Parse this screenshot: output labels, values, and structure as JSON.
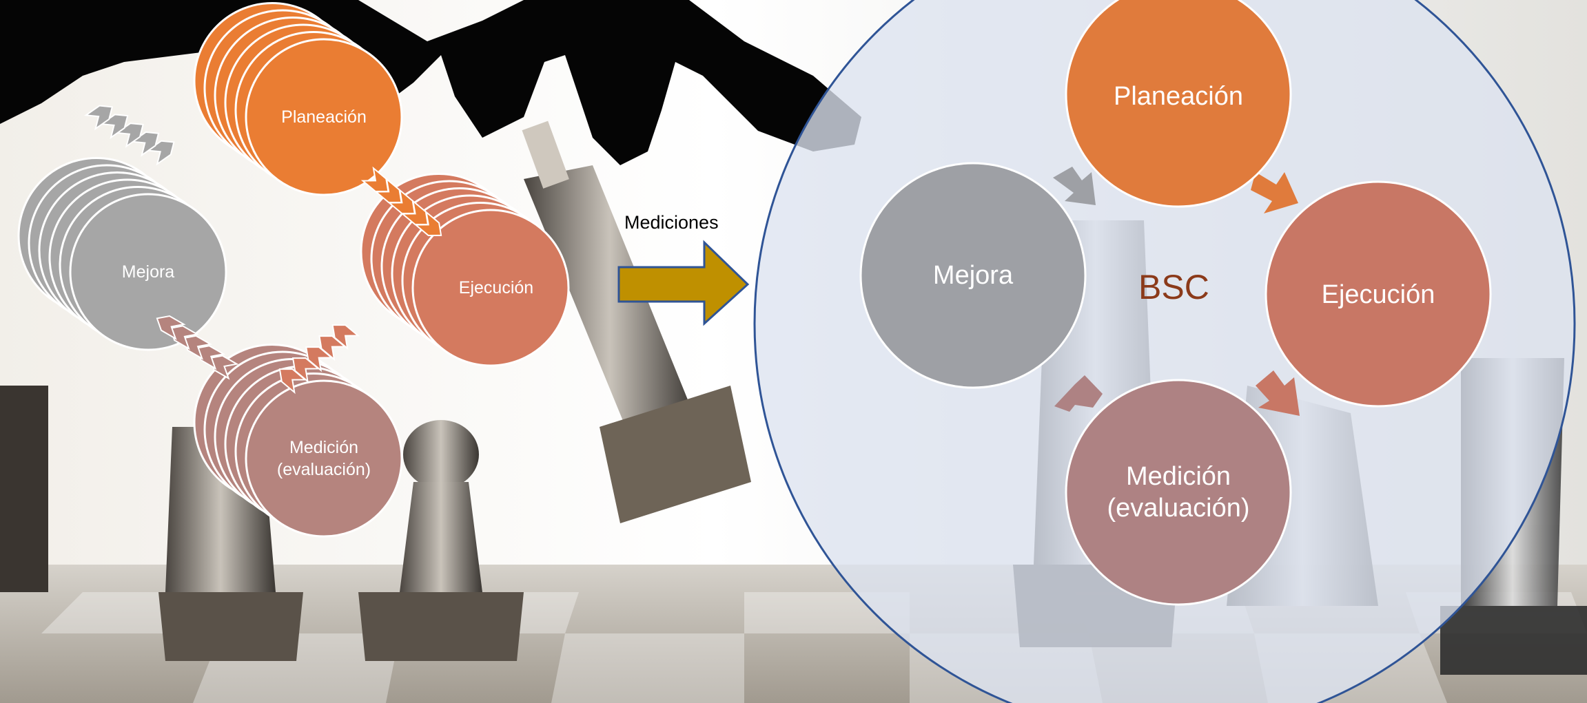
{
  "left_cycle": {
    "stages": [
      {
        "label": "Planeación",
        "color": "#ea7d33"
      },
      {
        "label": "Ejecución",
        "color": "#d47a5f"
      },
      {
        "label": "Medición (evaluación)",
        "color": "#b5847e"
      },
      {
        "label": "Mejora",
        "color": "#a6a6a6"
      }
    ]
  },
  "transition": {
    "caption": "Mediciones",
    "arrow_color": "#bf9000"
  },
  "right_cycle": {
    "center_label": "BSC",
    "outline_color": "#2f5496",
    "stages": [
      {
        "label": "Planeación",
        "color": "#e07b3c"
      },
      {
        "label": "Ejecución",
        "color": "#c87765"
      },
      {
        "label": "Medición (evaluación)",
        "color": "#ae8283"
      },
      {
        "label": "Mejora",
        "color": "#9ea0a5"
      }
    ]
  }
}
